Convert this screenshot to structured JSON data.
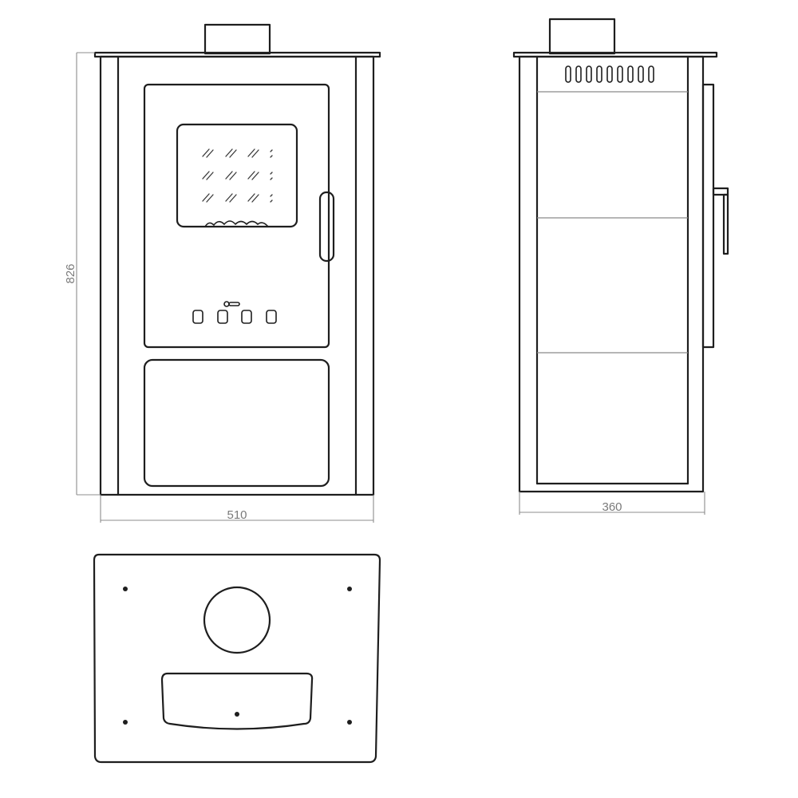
{
  "dimensions": {
    "height_label": "826",
    "front_width_label": "510",
    "side_depth_label": "360"
  },
  "colors": {
    "line": "#1e1e1e",
    "dimension": "#8c8c8c",
    "dimension_text": "#7a7a7a",
    "background": "#ffffff"
  }
}
